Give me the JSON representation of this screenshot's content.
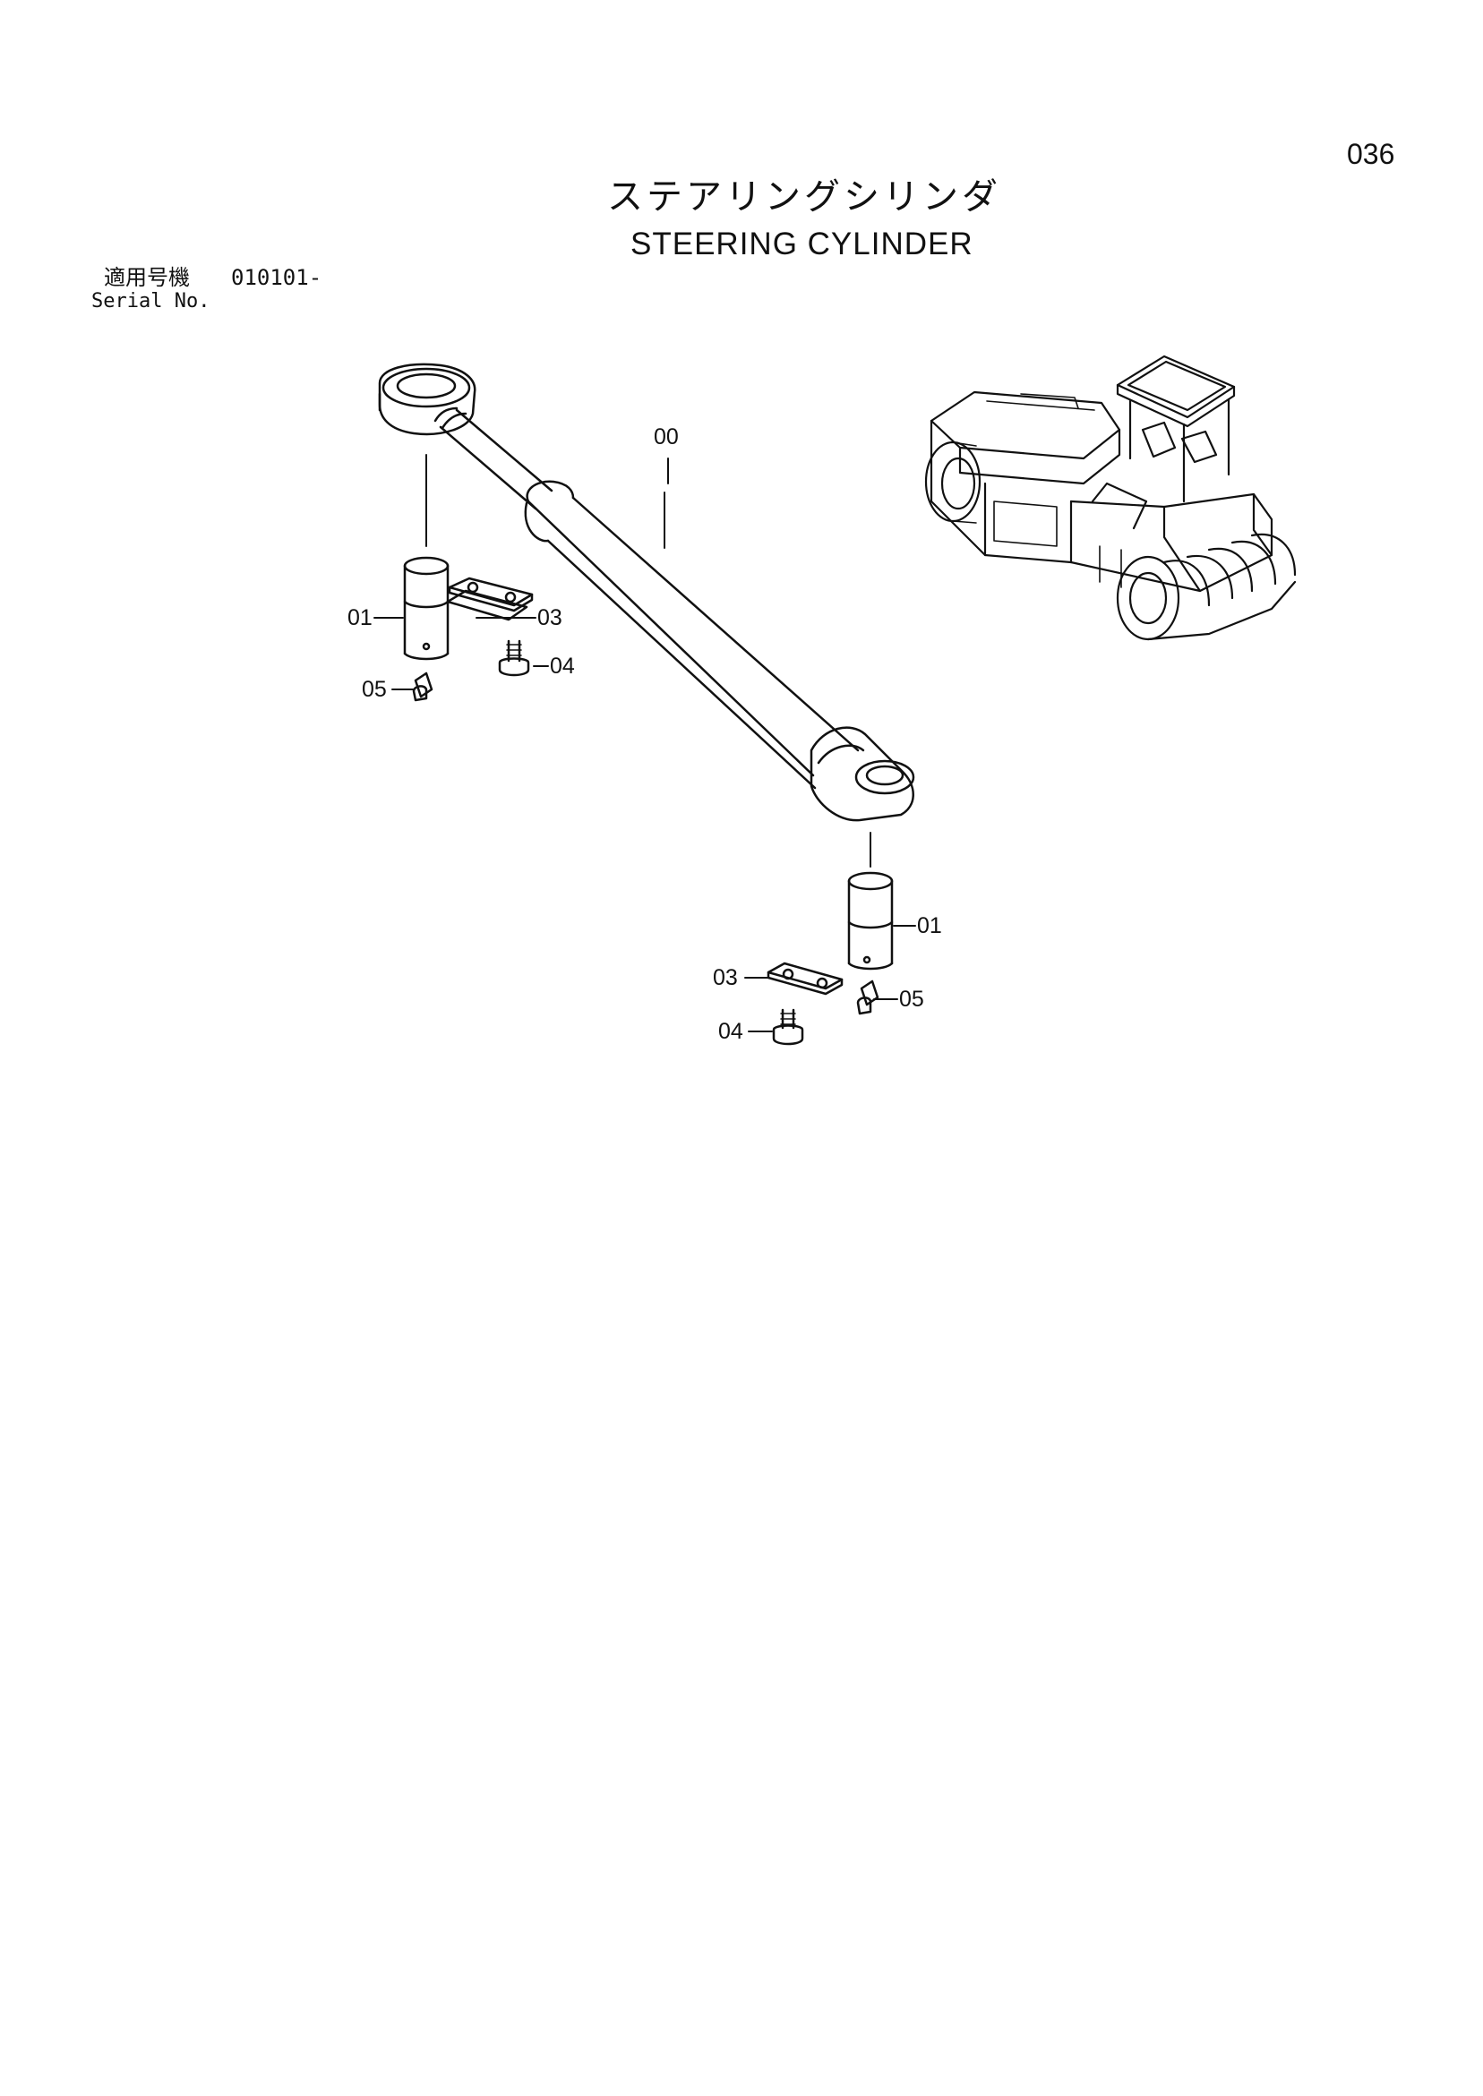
{
  "page": {
    "number": "036"
  },
  "title": {
    "ja": "ステアリングシリンダ",
    "en": "STEERING CYLINDER"
  },
  "serial": {
    "label_ja": "適用号機",
    "value": "010101-",
    "label_en": "Serial No."
  },
  "callouts": {
    "cylinder": "00",
    "pin_upper": "01",
    "plate_upper": "03",
    "bolt_upper": "04",
    "fitting_upper": "05",
    "pin_lower": "01",
    "plate_lower": "03",
    "fitting_lower": "05",
    "bolt_lower": "04"
  },
  "icons": [
    "steering-cylinder-drawing",
    "pin-drawing",
    "lock-plate-drawing",
    "bolt-drawing",
    "grease-fitting-drawing",
    "road-roller-machine-drawing"
  ]
}
